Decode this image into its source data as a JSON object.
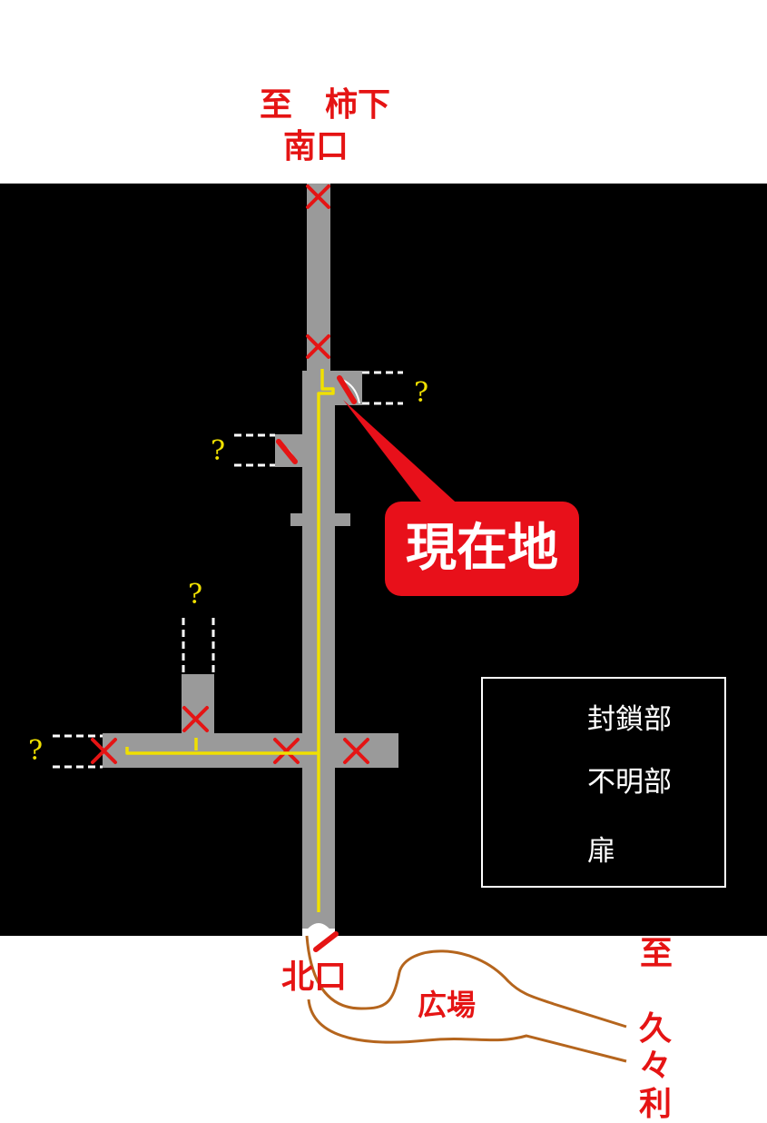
{
  "labels": {
    "south_dest": "至　柿下",
    "south_exit": "南口",
    "north_exit": "北口",
    "plaza": "広場",
    "kukuri_to": "至",
    "kukuri_chars": [
      "久",
      "々",
      "利"
    ]
  },
  "current_location": "現在地",
  "unknown_mark": "?",
  "legend": {
    "blocked": "封鎖部",
    "unknown": "不明部",
    "door": "扉"
  },
  "colors": {
    "background_map": "#000000",
    "passage": "#9a9a9a",
    "blocked_mark": "#e51414",
    "route": "#f0e000",
    "callout": "#e8101a",
    "path_outline": "#b5651d"
  }
}
